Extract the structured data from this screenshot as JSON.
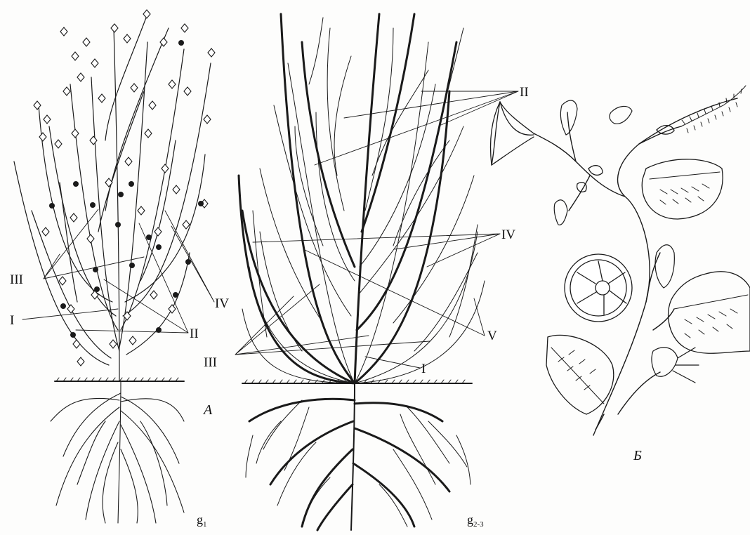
{
  "figure": {
    "panels": {
      "A": "A",
      "B": "Б"
    },
    "stages": {
      "left_base": "g",
      "left_sub": "1",
      "mid_base": "g",
      "mid_sub": "2-3"
    },
    "labels": {
      "I": "I",
      "II": "II",
      "III": "III",
      "IV": "IV",
      "V": "V"
    }
  }
}
